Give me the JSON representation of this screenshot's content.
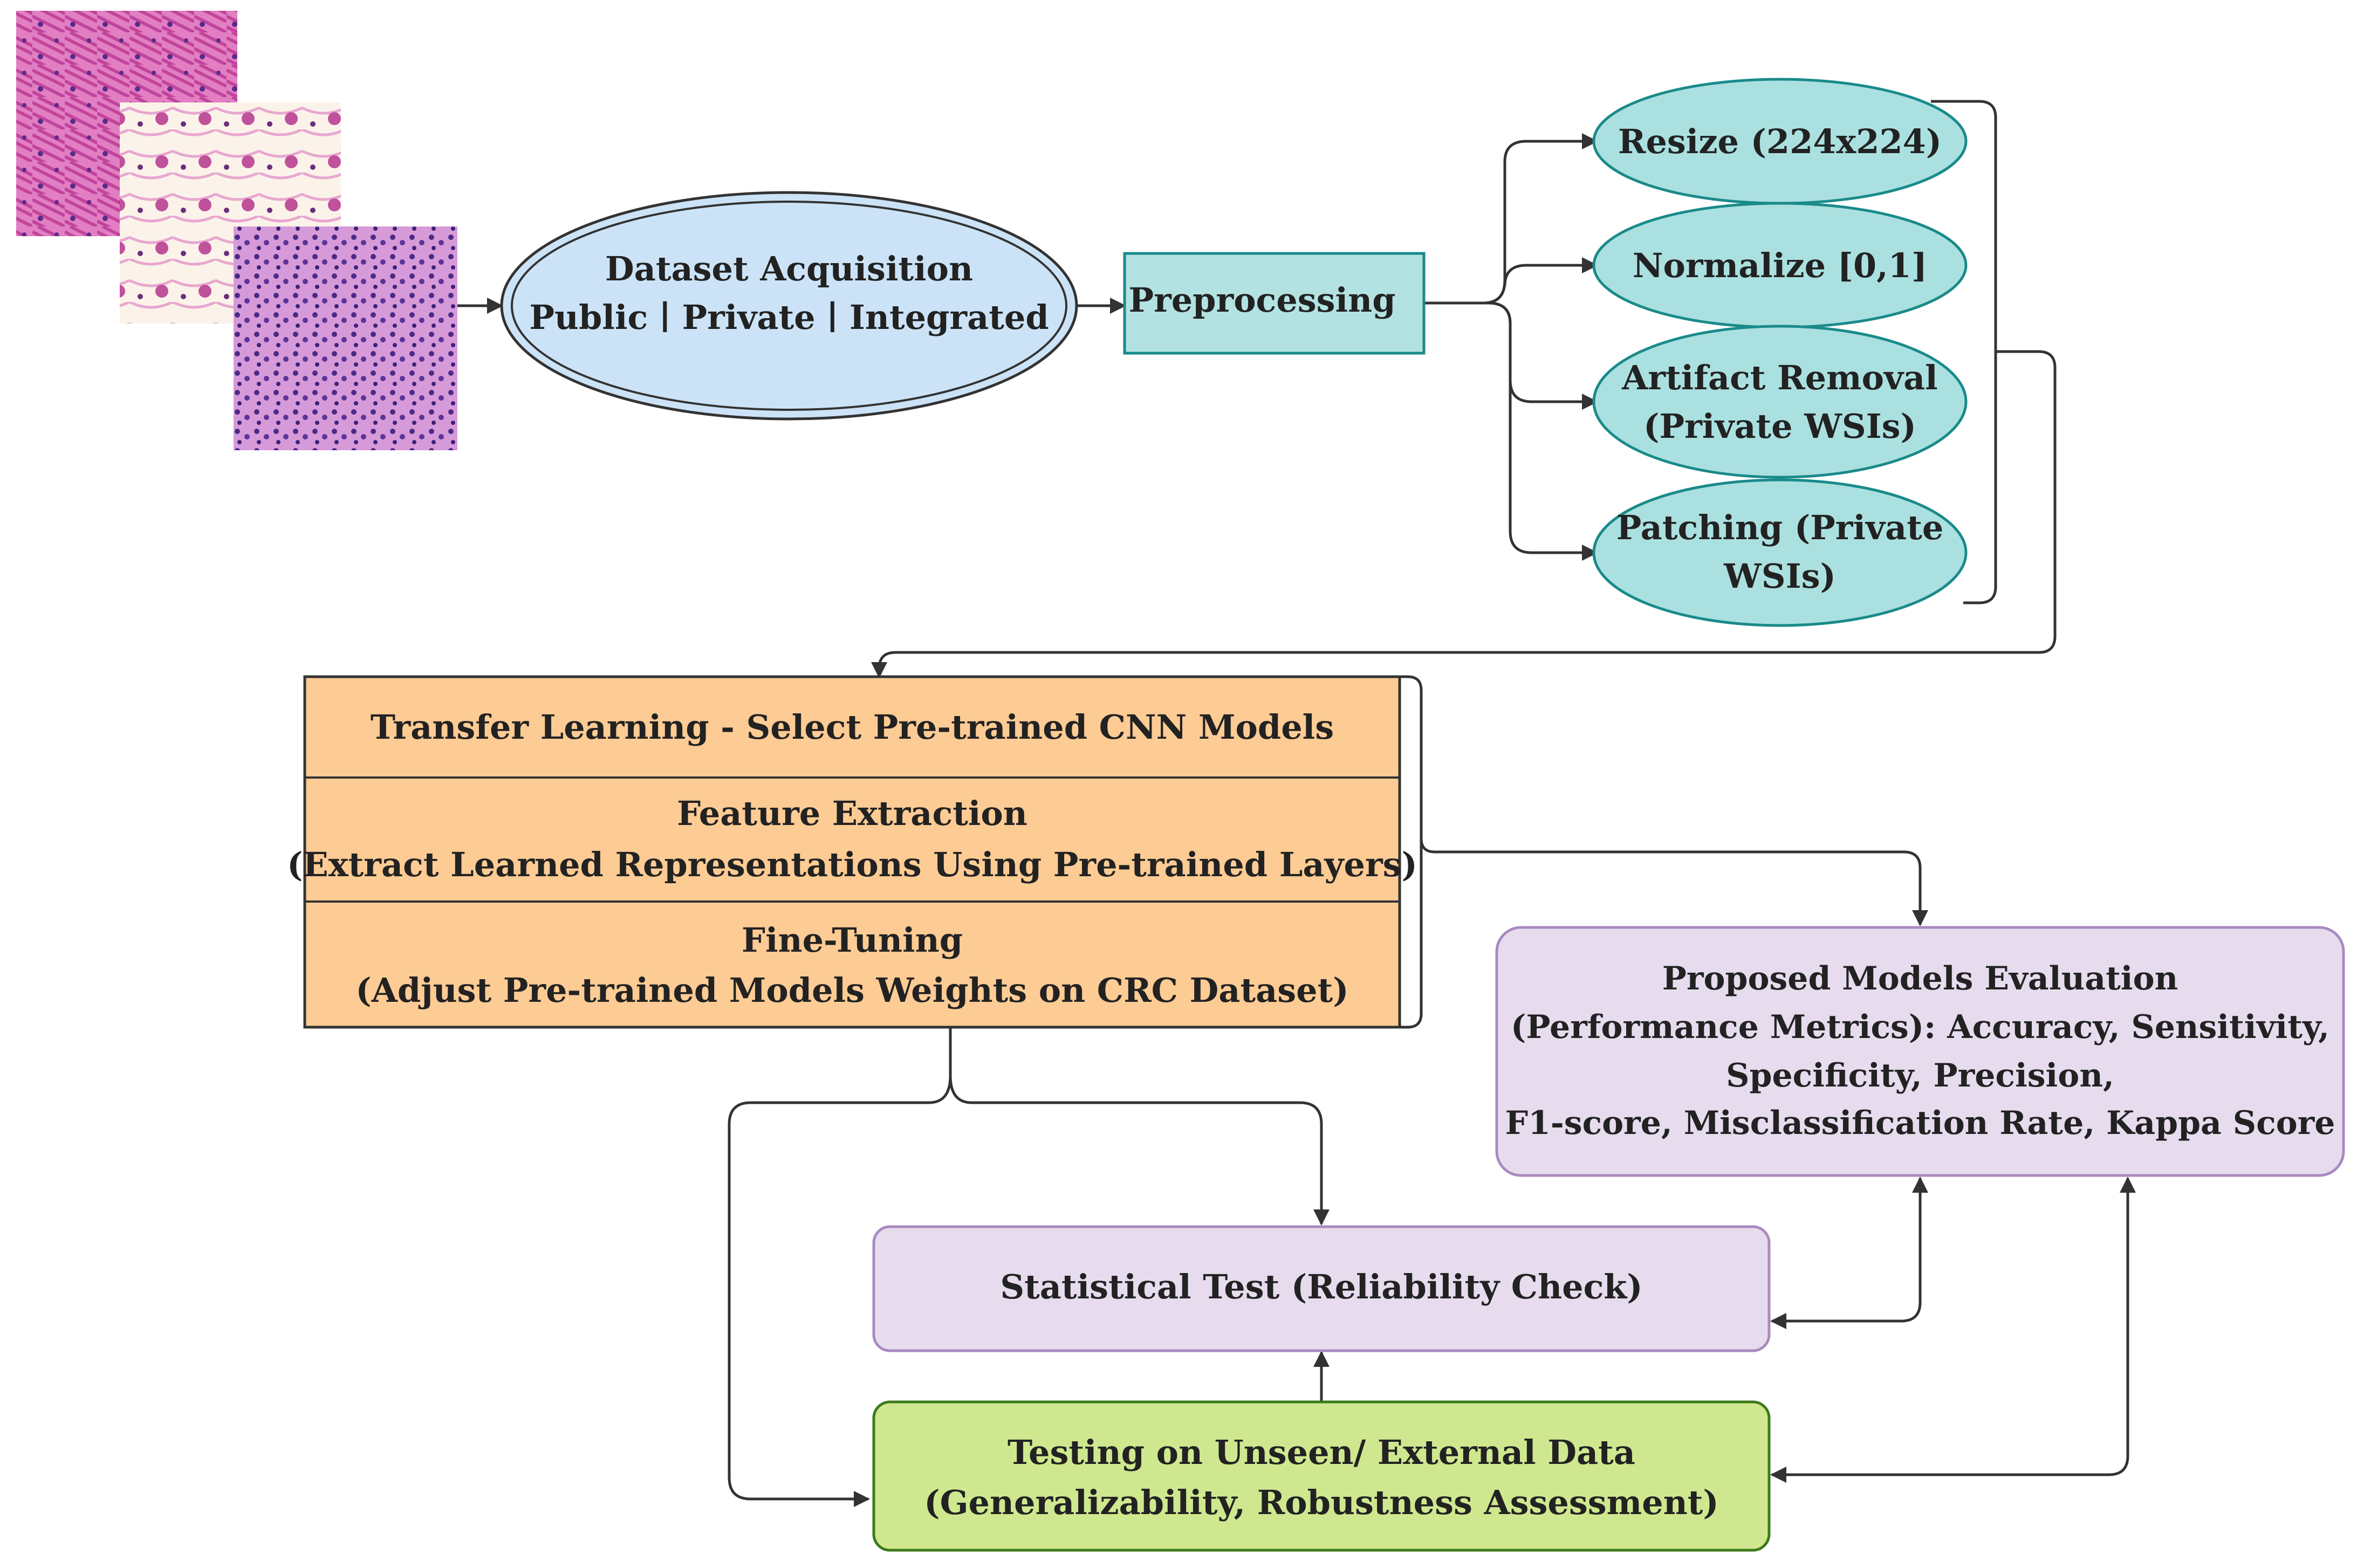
{
  "diagram": {
    "dataset_acquisition": {
      "title": "Dataset Acquisition",
      "subtitle": "Public ∣ Private ∣ Integrated"
    },
    "preprocessing": {
      "label": "Preprocessing"
    },
    "preprocessing_steps": [
      {
        "lines": [
          "Resize (224x224)"
        ]
      },
      {
        "lines": [
          "Normalize [0,1]"
        ]
      },
      {
        "lines": [
          "Artifact Removal",
          "(Private WSIs)"
        ]
      },
      {
        "lines": [
          "Patching (Private",
          "WSIs)"
        ]
      }
    ],
    "transfer_learning": {
      "rows": [
        {
          "lines": [
            "Transfer Learning - Select Pre-trained CNN Models"
          ]
        },
        {
          "lines": [
            "Feature Extraction",
            "(Extract Learned Representations Using Pre-trained Layers)"
          ]
        },
        {
          "lines": [
            "Fine-Tuning",
            "(Adjust Pre-trained Models Weights on CRC Dataset)"
          ]
        }
      ]
    },
    "evaluation": {
      "lines": [
        "Proposed Models Evaluation",
        "(Performance Metrics): Accuracy, Sensitivity,",
        "Specificity, Precision,",
        "F1-score, Misclassification Rate, Kappa Score"
      ]
    },
    "statistical_test": {
      "label": "Statistical Test (Reliability Check)"
    },
    "testing": {
      "lines": [
        "Testing on Unseen/ External Data",
        "(Generalizability, Robustness Assessment)"
      ]
    },
    "colors": {
      "ellipse_fill": "#cce3f7",
      "preproc_fill": "#b3e2e2",
      "preproc_stroke": "#1a8a8a",
      "steps_fill": "#abe0e0",
      "orange_fill": "#fdcb94",
      "purple_fill": "#e6dcee",
      "purple_stroke": "#a98ac0",
      "green_fill": "#cfe88f",
      "green_stroke": "#3c7a1a"
    }
  }
}
